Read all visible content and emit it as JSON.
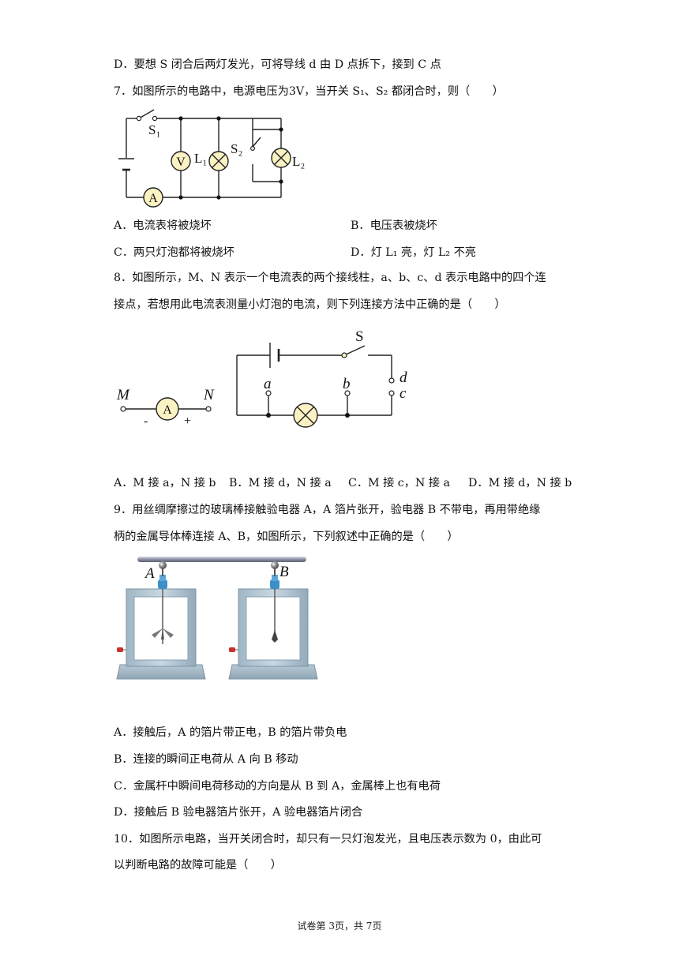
{
  "q6": {
    "option_d": "D．要想 S 闭合后两灯发光，可将导线 d 由 D 点拆下，接到 C 点"
  },
  "q7": {
    "stem": "7．如图所示的电路中，电源电压为3V，当开关 S₁、S₂ 都闭合时，则（　　）",
    "figure_labels": {
      "s1": "S₁",
      "l1": "L₁",
      "s2": "S₂",
      "l2": "L₂",
      "voltmeter": "V",
      "ammeter": "A"
    },
    "options": {
      "a": "A．电流表将被烧坏",
      "b": "B．电压表被烧坏",
      "c": "C．两只灯泡都将被烧坏",
      "d": "D．灯 L₁ 亮，灯 L₂ 不亮"
    }
  },
  "q8": {
    "stem_line1": "8．如图所示，M、N 表示一个电流表的两个接线柱，a、b、c、d 表示电路中的四个连",
    "stem_line2": "接点，若想用此电流表测量小灯泡的电流，则下列连接方法中正确的是（　　）",
    "figure_labels": {
      "m": "M",
      "n": "N",
      "ammeter": "A",
      "minus": "-",
      "plus": "+",
      "s": "S",
      "a": "a",
      "b": "b",
      "c": "c",
      "d": "d"
    },
    "options": {
      "a": "A．M 接 a，N 接 b",
      "b": "B．M 接 d，N 接 a",
      "c": "C．M 接 c，N 接 a",
      "d": "D．M 接 d，N 接 b"
    }
  },
  "q9": {
    "stem_line1": "9．用丝绸摩擦过的玻璃棒接触验电器 A，A 箔片张开，验电器 B 不带电，再用带绝缘",
    "stem_line2": "柄的金属导体棒连接 A、B，如图所示，下列叙述中正确的是（　　）",
    "figure_labels": {
      "a": "A",
      "b": "B"
    },
    "options": {
      "a": "A．接触后，A 的箔片带正电，B 的箔片带负电",
      "b": "B．连接的瞬间正电荷从 A 向 B 移动",
      "c": "C．金属杆中瞬间电荷移动的方向是从 B 到 A，金属棒上也有电荷",
      "d": "D．接触后 B 验电器箔片张开，A 验电器箔片闭合"
    }
  },
  "q10": {
    "stem_line1": "10．如图所示电路，当开关闭合时，却只有一只灯泡发光，且电压表示数为 0，由此可",
    "stem_line2": "以判断电路的故障可能是（　　）"
  },
  "footer": "试卷第 3页，共 7页"
}
